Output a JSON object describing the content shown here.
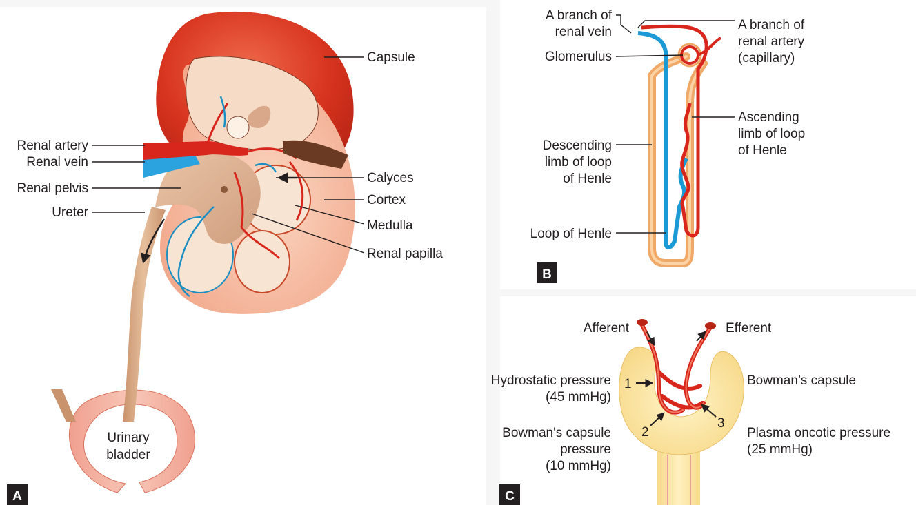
{
  "panel_a": {
    "badge": "A",
    "labels": {
      "capsule": "Capsule",
      "renal_artery": "Renal artery",
      "renal_vein": "Renal vein",
      "renal_pelvis": "Renal pelvis",
      "ureter": "Ureter",
      "calyces": "Calyces",
      "cortex": "Cortex",
      "medulla": "Medulla",
      "renal_papilla": "Renal papilla",
      "urinary_line1": "Urinary",
      "urinary_line2": "bladder"
    }
  },
  "panel_b": {
    "badge": "B",
    "labels": {
      "branch_vein_1": "A branch of",
      "branch_vein_2": "renal vein",
      "glomerulus": "Glomerulus",
      "branch_artery_1": "A branch of",
      "branch_artery_2": "renal artery",
      "branch_artery_3": "(capillary)",
      "ascending_1": "Ascending",
      "ascending_2": "limb of loop",
      "ascending_3": "of Henle",
      "descending_1": "Descending",
      "descending_2": "limb of loop",
      "descending_3": "of Henle",
      "loop": "Loop of Henle"
    }
  },
  "panel_c": {
    "badge": "C",
    "labels": {
      "afferent": "Afferent",
      "efferent": "Efferent",
      "hydro_1": "Hydrostatic pressure",
      "hydro_2": "(45 mmHg)",
      "bowman_capsule": "Bowman’s capsule",
      "bcp_1": "Bowman's capsule",
      "bcp_2": "pressure",
      "bcp_3": "(10 mmHg)",
      "plasma_1": "Plasma oncotic pressure",
      "plasma_2": "(25 mmHg)",
      "n1": "1",
      "n2": "2",
      "n3": "3"
    }
  }
}
